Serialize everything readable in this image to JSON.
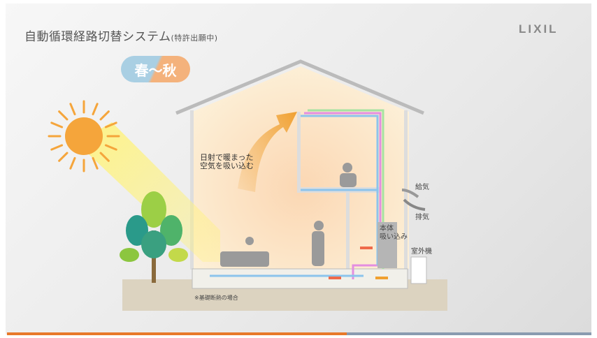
{
  "header": {
    "title": "自動循環経路切替システム",
    "title_note": "(特許出願中)",
    "logo": "LIXIL"
  },
  "season_badge": "春〜秋",
  "diagram": {
    "sun_label": "日射で暖まった",
    "sun_label2": "空気を吸い込む",
    "supply": "給気",
    "exhaust": "排気",
    "unit_label1": "本体",
    "unit_label2": "吸い込み",
    "outdoor_unit": "室外機",
    "footnote": "※基礎断熱の場合"
  },
  "colors": {
    "accent_orange": "#e8792a",
    "accent_blue": "#8a9bb0",
    "duct_blue": "#8cc4ec",
    "duct_pink": "#e48ee0",
    "duct_green": "#a6e3a1"
  }
}
